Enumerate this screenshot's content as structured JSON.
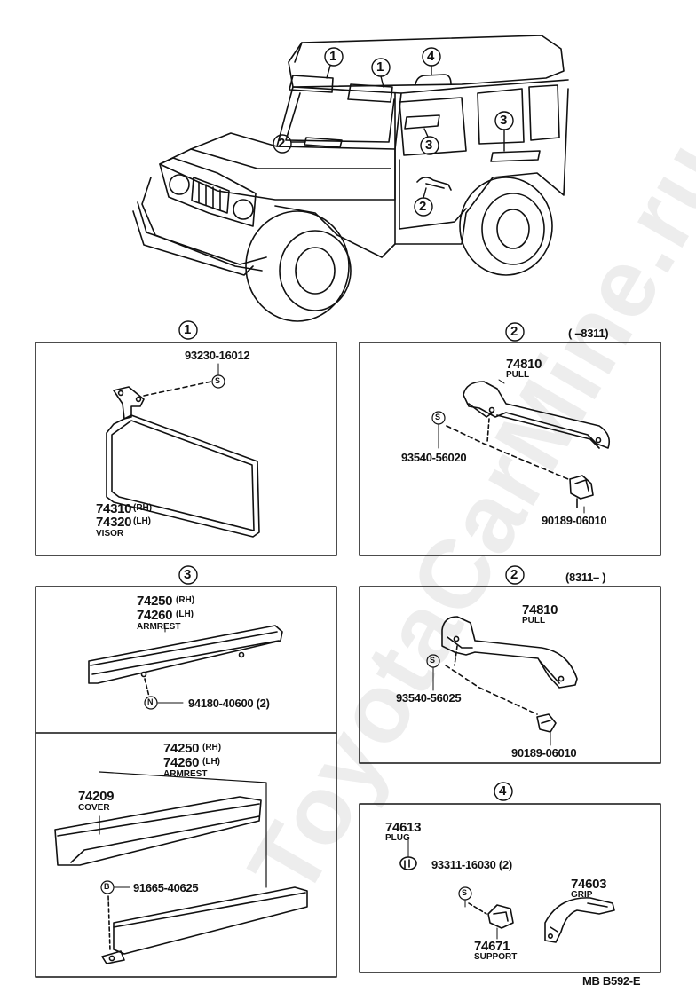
{
  "watermark": "ToyotaCarMine.ru",
  "callouts": {
    "c1": "1",
    "c2": "2",
    "c3": "3",
    "c4": "4"
  },
  "panels": {
    "visor": {
      "index": "1",
      "screw": "93230-16012",
      "screw_symbol": "S",
      "part_rh": "74310",
      "part_lh": "74320",
      "rh": "(RH)",
      "lh": "(LH)",
      "name": "VISOR"
    },
    "pull_early": {
      "index": "2",
      "range": "(      –8311)",
      "part": "74810",
      "name": "PULL",
      "screw": "93540-56020",
      "screw_symbol": "S",
      "nut": "90189-06010"
    },
    "armrest_a": {
      "index": "3",
      "part_rh": "74250",
      "part_lh": "74260",
      "rh": "(RH)",
      "lh": "(LH)",
      "name": "ARMREST",
      "screw": "94180-40600 (2)",
      "screw_symbol": "N"
    },
    "pull_late": {
      "index": "2",
      "range": "(8311–      )",
      "part": "74810",
      "name": "PULL",
      "screw": "93540-56025",
      "screw_symbol": "S",
      "nut": "90189-06010"
    },
    "armrest_b": {
      "part_rh": "74250",
      "part_lh": "74260",
      "rh": "(RH)",
      "lh": "(LH)",
      "name": "ARMREST",
      "cover_part": "74209",
      "cover_name": "COVER",
      "screw": "91665-40625",
      "screw_symbol": "B"
    },
    "grip": {
      "index": "4",
      "plug_part": "74613",
      "plug_name": "PLUG",
      "screw": "93311-16030 (2)",
      "screw_symbol": "S",
      "grip_part": "74603",
      "grip_name": "GRIP",
      "support_part": "74671",
      "support_name": "SUPPORT"
    }
  },
  "footer": {
    "code": "MB  B592-E"
  }
}
